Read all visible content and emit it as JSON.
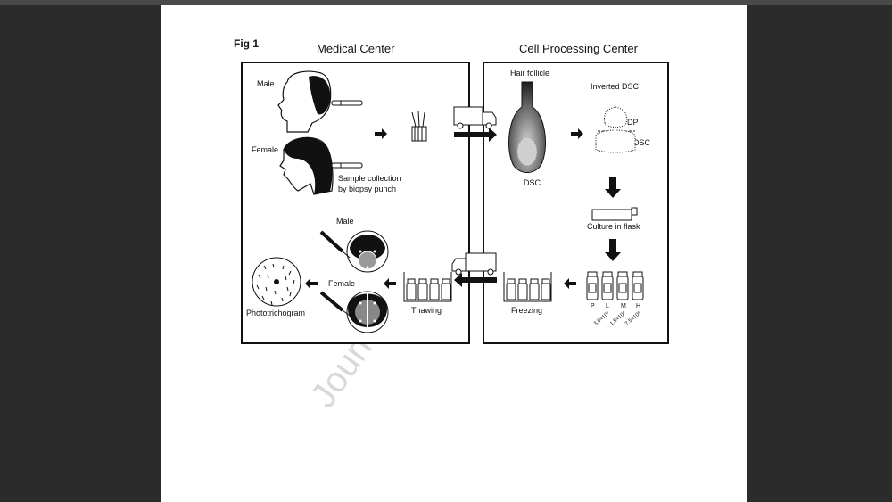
{
  "figure": {
    "label": "Fig 1",
    "medical_center_title": "Medical Center",
    "cell_center_title": "Cell Processing Center",
    "male": "Male",
    "female": "Female",
    "sample_collection_1": "Sample collection",
    "sample_collection_2": "by biopsy punch",
    "hair_follicle": "Hair follicle",
    "inverted_dsc": "Inverted DSC",
    "dp": "DP",
    "dsc": "DSC",
    "culture_in_flask": "Culture in flask",
    "freezing": "Freezing",
    "thawing": "Thawing",
    "phototrichogram": "Phototrichogram",
    "male_2": "Male",
    "female_2": "Female",
    "dose_labels": [
      "P",
      "L",
      "M",
      "H"
    ],
    "dose_values": [
      "3.0×10⁵",
      "1.5×10⁶",
      "7.5×10⁶"
    ]
  },
  "watermark": "Journ"
}
